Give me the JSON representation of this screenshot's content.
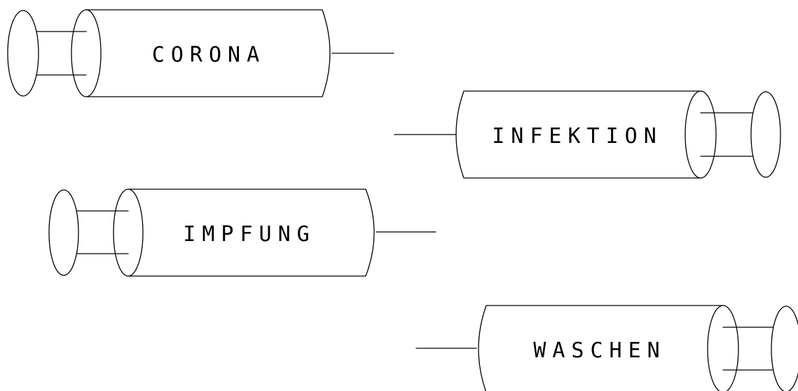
{
  "syringes": [
    {
      "id": "corona",
      "label": "CORONA",
      "orientation": "left"
    },
    {
      "id": "infektion",
      "label": "INFEKTION",
      "orientation": "right"
    },
    {
      "id": "impfung",
      "label": "IMPFUNG",
      "orientation": "left"
    },
    {
      "id": "waschen",
      "label": "WASCHEN",
      "orientation": "right"
    }
  ],
  "colors": {
    "ink": "#000000",
    "background": "#ffffff"
  }
}
